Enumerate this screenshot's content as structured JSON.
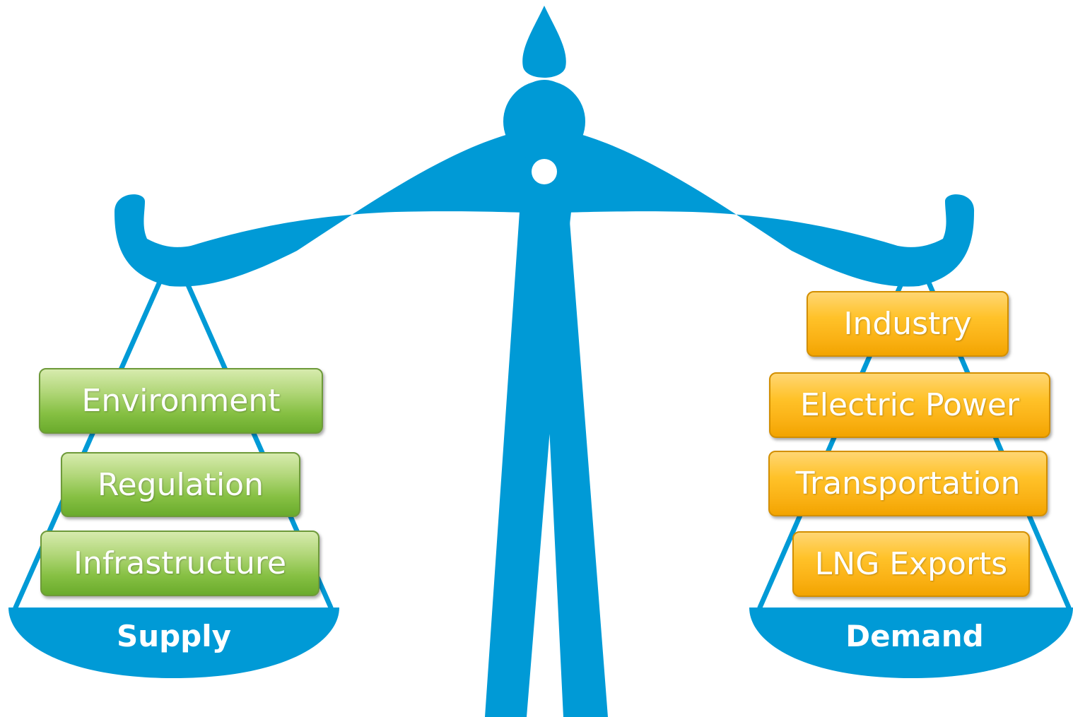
{
  "colors": {
    "scale": "#009ad6",
    "supply_boxes": "#86c043",
    "demand_boxes": "#ffc229",
    "text": "#ffffff"
  },
  "supply": {
    "label": "Supply",
    "items": [
      "Environment",
      "Regulation",
      "Infrastructure"
    ]
  },
  "demand": {
    "label": "Demand",
    "items": [
      "Industry",
      "Electric Power",
      "Transportation",
      "LNG Exports"
    ]
  }
}
